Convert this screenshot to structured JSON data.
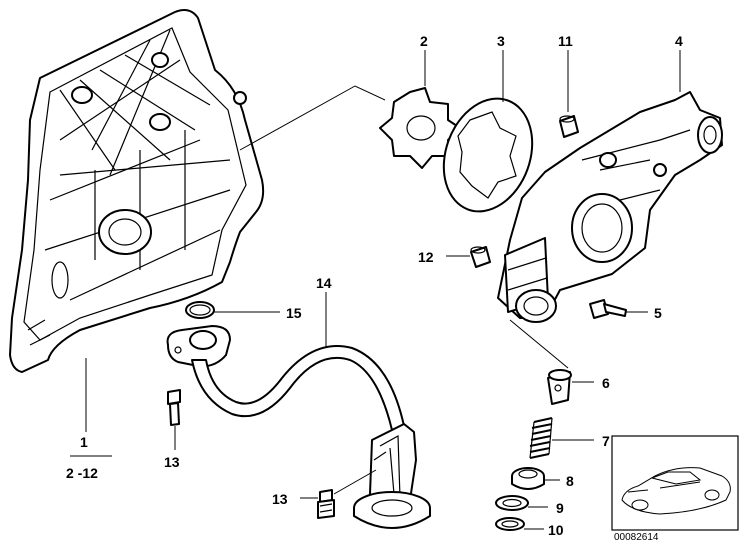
{
  "callouts": {
    "c1": "1",
    "c1_range": "2 -12",
    "c2": "2",
    "c3": "3",
    "c4": "4",
    "c5": "5",
    "c6": "6",
    "c7": "7",
    "c8": "8",
    "c9": "9",
    "c10": "10",
    "c11": "11",
    "c12": "12",
    "c13a": "13",
    "c13b": "13",
    "c14": "14",
    "c15": "15"
  },
  "reference_box": {
    "code": "00082614"
  }
}
